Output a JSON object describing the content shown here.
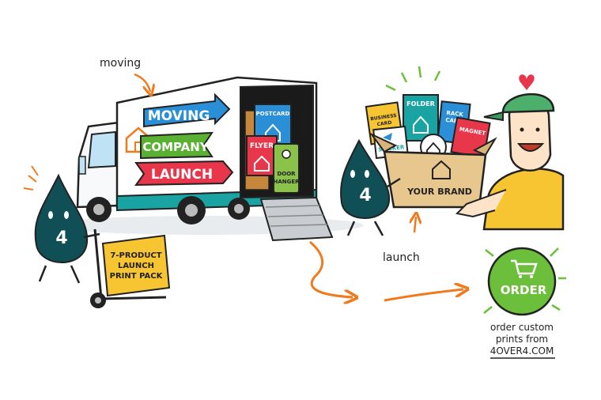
{
  "annotations": {
    "moving": "moving",
    "launch": "launch"
  },
  "truck": {
    "sign_line_1": "MOVING",
    "sign_line_2": "COMPANY",
    "sign_line_3": "LAUNCH",
    "cargo": {
      "postcard": "POSTCARD",
      "flyer": "FLYER",
      "door_hanger_1": "DOOR",
      "door_hanger_2": "HANGER"
    }
  },
  "mascot": {
    "number": "4"
  },
  "hand_truck_box": {
    "line_1": "7-PRODUCT",
    "line_2": "LAUNCH",
    "line_3": "PRINT PACK"
  },
  "brand_box": {
    "label": "YOUR BRAND",
    "items": {
      "business_card_1": "BUSINESS",
      "business_card_2": "CARD",
      "folder": "FOLDER",
      "rack_card_1": "RACK",
      "rack_card_2": "CARD",
      "sticker": "STICKER",
      "magnet": "MAGNET"
    }
  },
  "order": {
    "button_label": "ORDER",
    "caption_1": "order custom",
    "caption_2": "prints from",
    "caption_3": "4OVER4.COM"
  },
  "colors": {
    "mascot": "#0f4f55",
    "blue_banner": "#2a8fd6",
    "green_banner": "#5ab033",
    "red_banner": "#e8364a",
    "orange_arrow": "#f07a1d",
    "order_green": "#6cbf3a",
    "box_kraft": "#e8c78e",
    "yellow_box": "#f6c531"
  }
}
